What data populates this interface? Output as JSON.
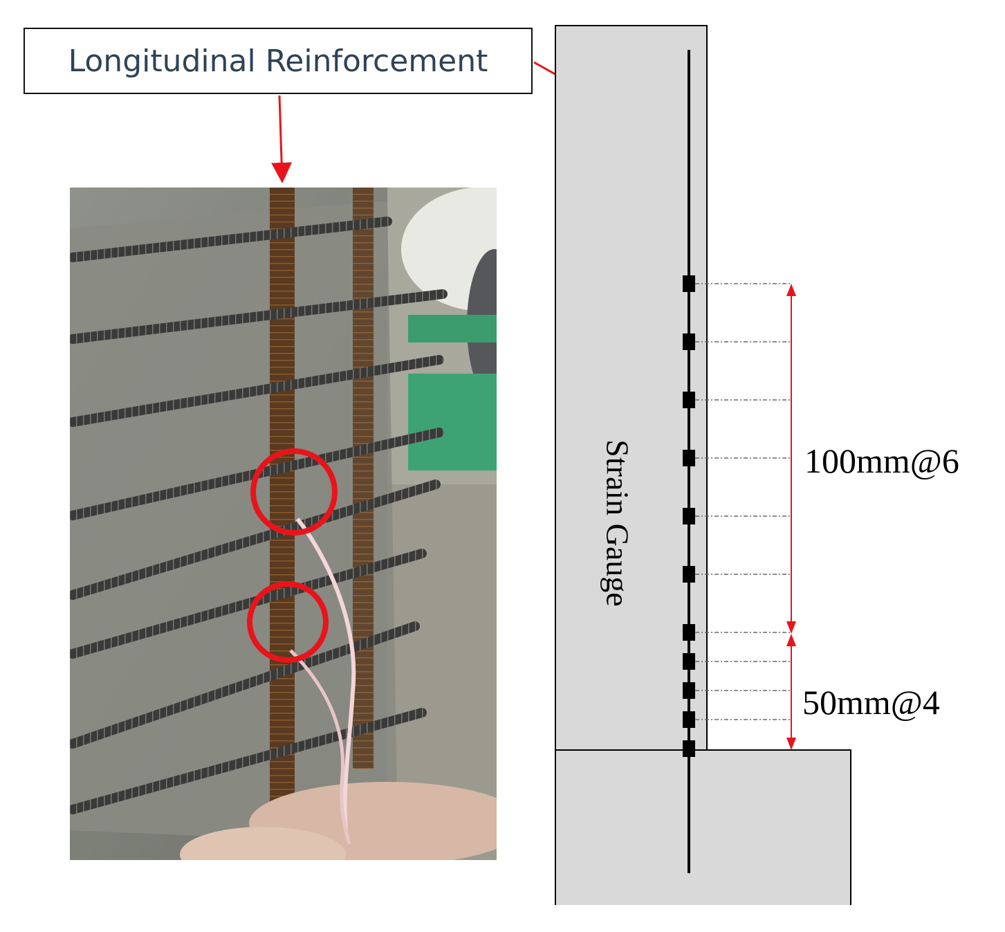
{
  "callout": {
    "label": "Longitudinal Reinforcement"
  },
  "diagram": {
    "gauge_label": "Strain Gauge",
    "spacing_upper": "100mm@6",
    "spacing_lower": "50mm@4"
  },
  "colors": {
    "arrow": "#e8141b",
    "concrete": "#d9d9d9",
    "outline": "#000000",
    "callout_text": "#2f4256"
  },
  "icons": [
    "photo-reinforcement-cage",
    "strain-gauge-marker",
    "highlight-circle"
  ]
}
